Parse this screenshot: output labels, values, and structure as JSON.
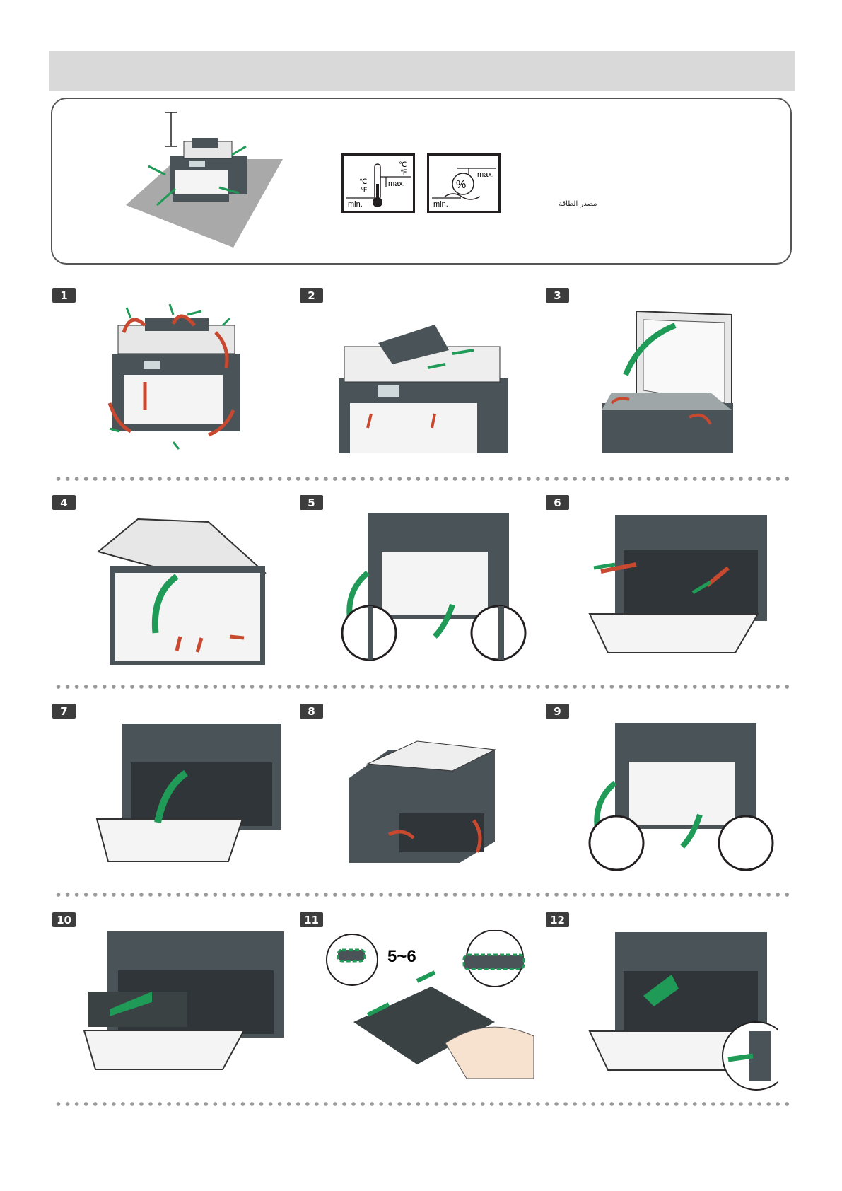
{
  "environment": {
    "temperature_icon": {
      "celsius_top": "℃",
      "fahrenheit_top": "℉",
      "max_label": "max.",
      "celsius_bottom": "℃",
      "fahrenheit_bottom": "℉",
      "min_label": "min."
    },
    "humidity_icon": {
      "percent": "%",
      "max_label": "max.",
      "min_label": "min."
    },
    "power_source_arabic": "مصدر الطاقة"
  },
  "steps": [
    {
      "number": "1"
    },
    {
      "number": "2"
    },
    {
      "number": "3"
    },
    {
      "number": "4"
    },
    {
      "number": "5"
    },
    {
      "number": "6"
    },
    {
      "number": "7"
    },
    {
      "number": "8"
    },
    {
      "number": "9"
    },
    {
      "number": "10"
    },
    {
      "number": "11"
    },
    {
      "number": "12"
    }
  ],
  "step11": {
    "shake_count": "5~6"
  },
  "colors": {
    "printer_dark": "#4a5357",
    "tape_red": "#c8492f",
    "arrow_green": "#1f9a57",
    "floor_gray": "#a9a9a9"
  }
}
